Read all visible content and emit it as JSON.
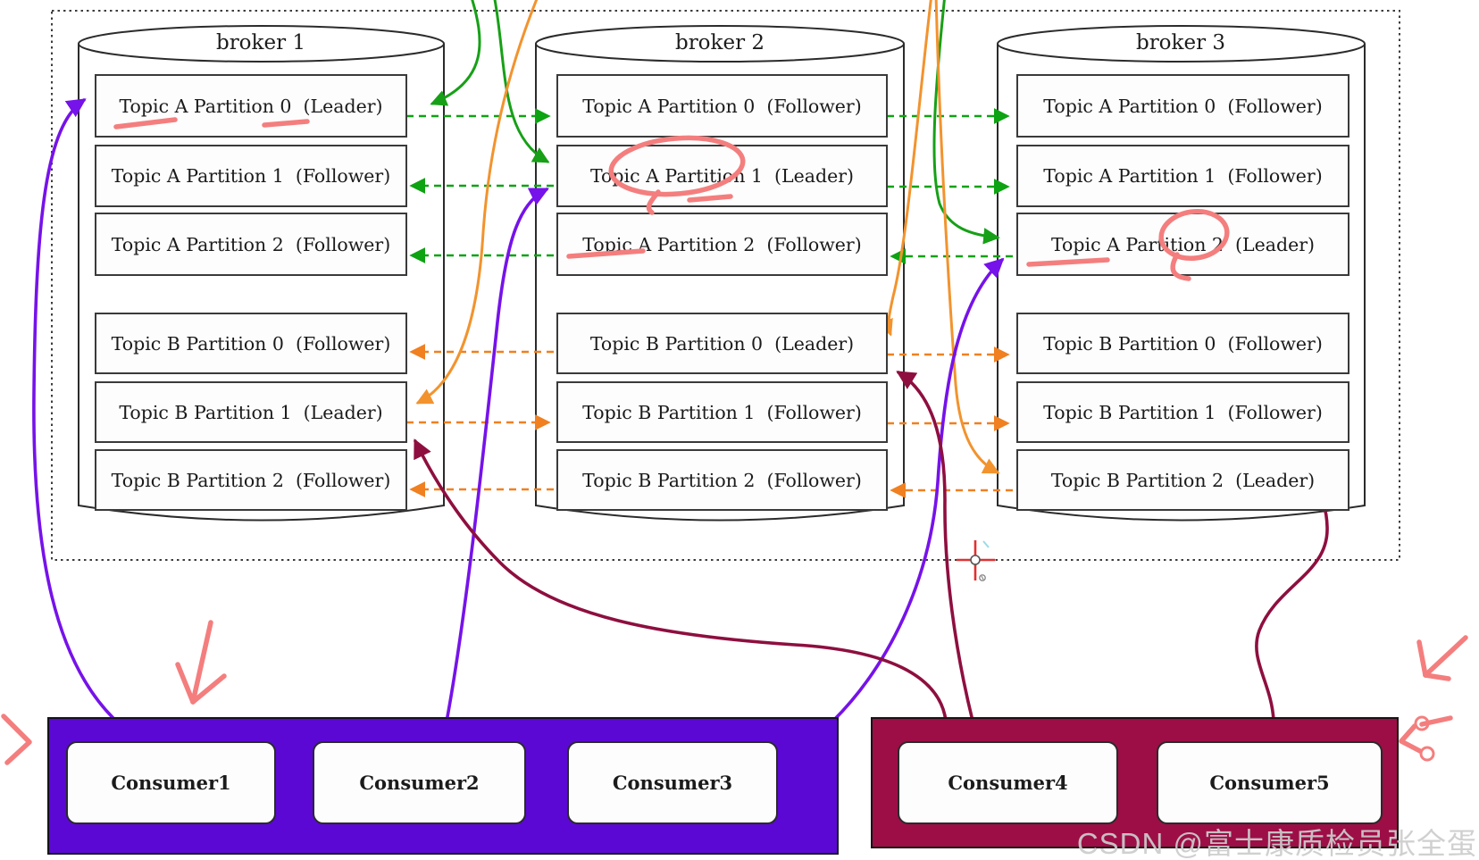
{
  "diagram": {
    "kind": "kafka-broker-replication-diagram",
    "brokers": [
      {
        "name": "broker 1",
        "partitions": [
          "Topic A Partition 0  (Leader)",
          "Topic A Partition 1  (Follower)",
          "Topic A Partition 2  (Follower)",
          "Topic B Partition 0  (Follower)",
          "Topic B Partition 1  (Leader)",
          "Topic B Partition 2  (Follower)"
        ]
      },
      {
        "name": "broker 2",
        "partitions": [
          "Topic A Partition 0  (Follower)",
          "Topic A Partition 1  (Leader)",
          "Topic A Partition 2  (Follower)",
          "Topic B Partition 0  (Leader)",
          "Topic B Partition 1  (Follower)",
          "Topic B Partition 2  (Follower)"
        ]
      },
      {
        "name": "broker 3",
        "partitions": [
          "Topic A Partition 0  (Follower)",
          "Topic A Partition 1  (Follower)",
          "Topic A Partition 2  (Leader)",
          "Topic B Partition 0  (Follower)",
          "Topic B Partition 1  (Follower)",
          "Topic B Partition 2  (Leader)"
        ]
      }
    ],
    "consumer_groups": [
      {
        "consumers": [
          "Consumer1",
          "Consumer2",
          "Consumer3"
        ]
      },
      {
        "consumers": [
          "Consumer4",
          "Consumer5"
        ]
      }
    ]
  },
  "watermark": "CSDN @富士康质检员张全蛋",
  "colors": {
    "topic_a_replication_dashed": "#0da312",
    "topic_b_replication_dashed": "#f08020",
    "producer_a_arrows": "#17a017",
    "producer_b_arrows": "#f2932e",
    "consumer_group1_arrows": "#7612ea",
    "consumer_group2_arrows": "#8e0f3f",
    "consumer_group1_fill": "#5b08d4",
    "consumer_group2_fill": "#9d0e46",
    "hand_annotation_pink": "#f47e7e",
    "cursor_red": "#e03030"
  }
}
